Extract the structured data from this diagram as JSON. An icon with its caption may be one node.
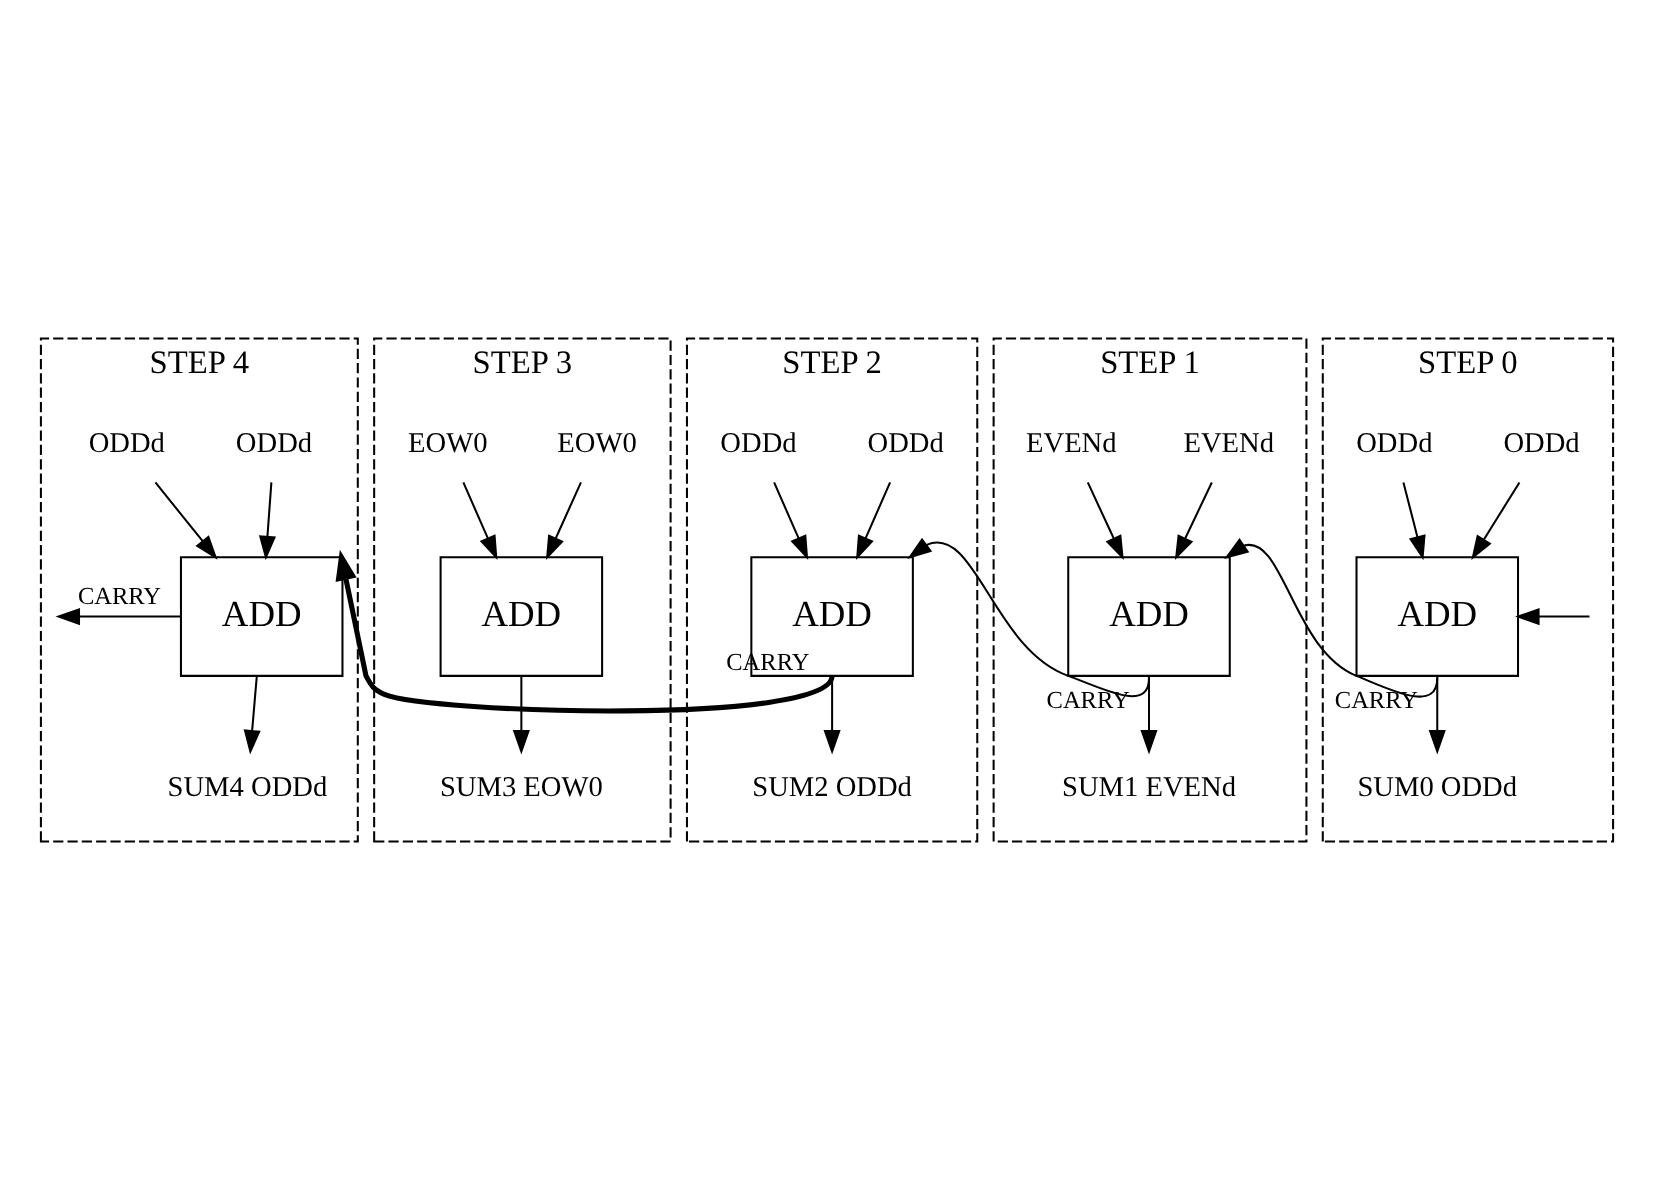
{
  "diagram": {
    "nodes": [
      {
        "text": [
          "STEP 4"
        ]
      },
      {
        "text": [
          "ODDd"
        ],
        "in": 0
      },
      {
        "text": [
          "ODDd"
        ],
        "in": 0
      },
      {
        "text": [
          "ADD"
        ],
        "in": 0
      },
      {
        "text": [
          "SUM4 ODDd"
        ],
        "in": 0
      },
      {
        "text": [
          "STEP 3"
        ]
      },
      {
        "text": [
          "EOW0"
        ],
        "in": 5
      },
      {
        "text": [
          "EOW0"
        ],
        "in": 5
      },
      {
        "text": [
          "ADD"
        ],
        "in": 5
      },
      {
        "text": [
          "SUM3 EOW0"
        ],
        "in": 5
      },
      {
        "text": [
          "STEP 2"
        ]
      },
      {
        "text": [
          "ODDd"
        ],
        "in": 10
      },
      {
        "text": [
          "ODDd"
        ],
        "in": 10
      },
      {
        "text": [
          "ADD"
        ],
        "in": 10
      },
      {
        "text": [
          "SUM2 ODDd"
        ],
        "in": 10
      },
      {
        "text": [
          "STEP 1"
        ]
      },
      {
        "text": [
          "EVENd"
        ],
        "in": 15
      },
      {
        "text": [
          "EVENd"
        ],
        "in": 15
      },
      {
        "text": [
          "ADD"
        ],
        "in": 15
      },
      {
        "text": [
          "SUM1 EVENd"
        ],
        "in": 15
      },
      {
        "text": [
          "STEP 0"
        ]
      },
      {
        "text": [
          "ODDd"
        ],
        "in": 20
      },
      {
        "text": [
          "ODDd"
        ],
        "in": 20
      },
      {
        "text": [
          "ADD"
        ],
        "in": 20
      },
      {
        "text": [
          "SUM0 ODDd"
        ],
        "in": 20
      }
    ],
    "edges": [
      {
        "from": 1,
        "to": 3,
        "arrow": "to"
      },
      {
        "from": 2,
        "to": 3,
        "arrow": "to"
      },
      {
        "from": 3,
        "to": null,
        "arrow": "to",
        "label": "CARRY"
      },
      {
        "from": 3,
        "to": 4,
        "arrow": "to"
      },
      {
        "from": 6,
        "to": 8,
        "arrow": "to"
      },
      {
        "from": 7,
        "to": 8,
        "arrow": "to"
      },
      {
        "from": 8,
        "to": 9,
        "arrow": "to"
      },
      {
        "from": 11,
        "to": 13,
        "arrow": "to"
      },
      {
        "from": 12,
        "to": 13,
        "arrow": "to"
      },
      {
        "from": 13,
        "to": 3,
        "arrow": "to",
        "label": "CARRY",
        "style": "thick"
      },
      {
        "from": 13,
        "to": 14,
        "arrow": "to"
      },
      {
        "from": 16,
        "to": 18,
        "arrow": "to"
      },
      {
        "from": 17,
        "to": 18,
        "arrow": "to"
      },
      {
        "from": 18,
        "to": 13,
        "arrow": "to",
        "label": "CARRY"
      },
      {
        "from": 18,
        "to": 19,
        "arrow": "to"
      },
      {
        "from": 21,
        "to": 23,
        "arrow": "to"
      },
      {
        "from": 22,
        "to": 23,
        "arrow": "to"
      },
      {
        "from": null,
        "to": 23,
        "arrow": "to"
      },
      {
        "from": 23,
        "to": 18,
        "arrow": "to",
        "label": "CARRY"
      },
      {
        "from": 23,
        "to": 24,
        "arrow": "to"
      }
    ]
  }
}
